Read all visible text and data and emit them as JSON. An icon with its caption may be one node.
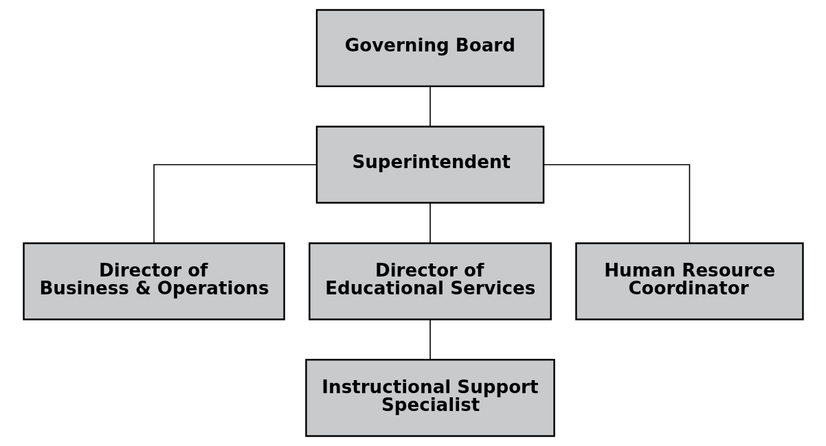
{
  "diagram": {
    "nodes": [
      {
        "text": [
          "Governing Board"
        ]
      },
      {
        "text": [
          "Superintendent"
        ]
      },
      {
        "text": [
          "Director of Business & Operations"
        ]
      },
      {
        "text": [
          "Director of Educational Services"
        ]
      },
      {
        "text": [
          "Human Resource Coordinator"
        ]
      },
      {
        "text": [
          "Instructional Support Specialist"
        ]
      }
    ],
    "edges": [
      {
        "from": 0,
        "to": 1,
        "arrow": "none"
      },
      {
        "from": 1,
        "to": 2,
        "arrow": "none"
      },
      {
        "from": 1,
        "to": 3,
        "arrow": "none"
      },
      {
        "from": 1,
        "to": 4,
        "arrow": "none"
      },
      {
        "from": 3,
        "to": 5,
        "arrow": "none"
      }
    ]
  }
}
